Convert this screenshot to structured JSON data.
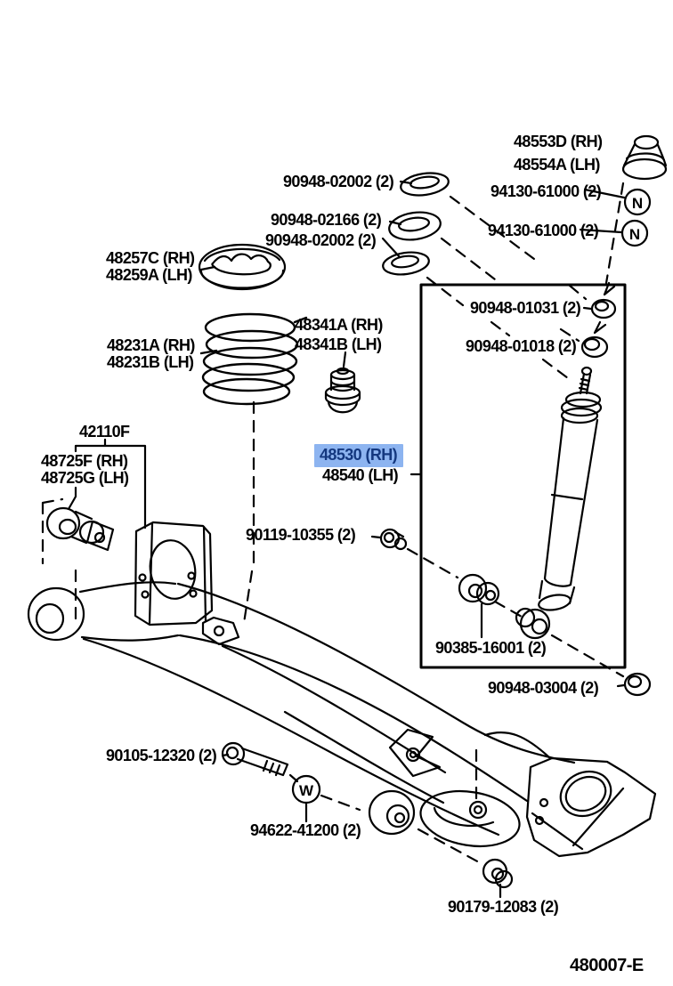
{
  "page": {
    "background": "#ffffff",
    "line_color": "#000000"
  },
  "highlight": {
    "bg": "#8db4f0",
    "fg": "#14387f"
  },
  "labels": [
    {
      "id": "48553d",
      "text": "48553D (RH)"
    },
    {
      "id": "48554a",
      "text": "48554A (LH)"
    },
    {
      "id": "94130-upper",
      "text": "94130-61000 (2)"
    },
    {
      "id": "94130-lower",
      "text": "94130-61000 (2)"
    },
    {
      "id": "90948-02002-upper",
      "text": "90948-02002 (2)"
    },
    {
      "id": "90948-02166",
      "text": "90948-02166 (2)"
    },
    {
      "id": "90948-02002-lower",
      "text": "90948-02002 (2)"
    },
    {
      "id": "48257c",
      "text": "48257C (RH)"
    },
    {
      "id": "48259a",
      "text": "48259A (LH)"
    },
    {
      "id": "48341a",
      "text": "48341A (RH)"
    },
    {
      "id": "48341b",
      "text": "48341B (LH)"
    },
    {
      "id": "48231a",
      "text": "48231A (RH)"
    },
    {
      "id": "48231b",
      "text": "48231B (LH)"
    },
    {
      "id": "90948-01031",
      "text": "90948-01031 (2)"
    },
    {
      "id": "90948-01018",
      "text": "90948-01018 (2)"
    },
    {
      "id": "42110f",
      "text": "42110F"
    },
    {
      "id": "48725f",
      "text": "48725F (RH)"
    },
    {
      "id": "48725g",
      "text": "48725G (LH)"
    },
    {
      "id": "48530",
      "text": "48530 (RH)",
      "highlighted": true
    },
    {
      "id": "48540",
      "text": "48540 (LH)"
    },
    {
      "id": "90119-10355",
      "text": "90119-10355 (2)"
    },
    {
      "id": "90385-16001",
      "text": "90385-16001 (2)"
    },
    {
      "id": "90948-03004",
      "text": "90948-03004 (2)"
    },
    {
      "id": "90105-12320",
      "text": "90105-12320 (2)"
    },
    {
      "id": "94622-41200",
      "text": "94622-41200 (2)"
    },
    {
      "id": "90179-12083",
      "text": "90179-12083 (2)"
    }
  ],
  "callouts": [
    {
      "id": "nut-callout-upper",
      "letter": "N"
    },
    {
      "id": "nut-callout-lower",
      "letter": "N"
    },
    {
      "id": "washer-callout",
      "letter": "W"
    }
  ],
  "footer": {
    "code": "480007-E"
  }
}
